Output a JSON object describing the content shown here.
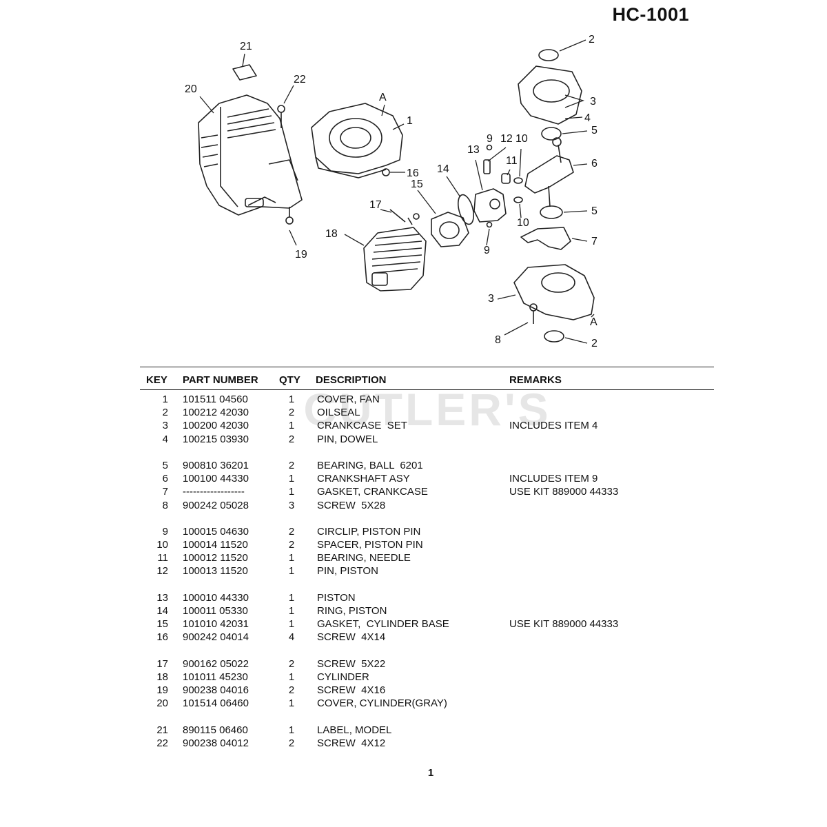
{
  "page": {
    "model_code": "HC-1001",
    "watermark": "CUTLER'S",
    "page_number": "1"
  },
  "diagram_callouts": [
    "1",
    "2",
    "3",
    "4",
    "5",
    "6",
    "7",
    "8",
    "9",
    "10",
    "11",
    "12",
    "13",
    "14",
    "15",
    "16",
    "17",
    "18",
    "19",
    "20",
    "21",
    "22",
    "A"
  ],
  "table": {
    "headers": {
      "key": "KEY",
      "part_number": "PART NUMBER",
      "qty": "QTY",
      "description": "DESCRIPTION",
      "remarks": "REMARKS"
    },
    "rows": [
      {
        "key": "1",
        "part": "101511 04560",
        "qty": "1",
        "desc": "COVER, FAN",
        "remarks": ""
      },
      {
        "key": "2",
        "part": "100212 42030",
        "qty": "2",
        "desc": "OILSEAL",
        "remarks": ""
      },
      {
        "key": "3",
        "part": "100200 42030",
        "qty": "1",
        "desc": "CRANKCASE  SET",
        "remarks": "INCLUDES ITEM 4"
      },
      {
        "key": "4",
        "part": "100215 03930",
        "qty": "2",
        "desc": "PIN, DOWEL",
        "remarks": ""
      },
      {
        "key": "5",
        "part": "900810 36201",
        "qty": "2",
        "desc": "BEARING, BALL  6201",
        "remarks": ""
      },
      {
        "key": "6",
        "part": "100100 44330",
        "qty": "1",
        "desc": "CRANKSHAFT ASY",
        "remarks": "INCLUDES ITEM 9"
      },
      {
        "key": "7",
        "part": "------------------",
        "qty": "1",
        "desc": "GASKET, CRANKCASE",
        "remarks": "USE KIT 889000 44333"
      },
      {
        "key": "8",
        "part": "900242 05028",
        "qty": "3",
        "desc": "SCREW  5X28",
        "remarks": ""
      },
      {
        "key": "9",
        "part": "100015 04630",
        "qty": "2",
        "desc": "CIRCLIP, PISTON PIN",
        "remarks": ""
      },
      {
        "key": "10",
        "part": "100014 11520",
        "qty": "2",
        "desc": "SPACER, PISTON PIN",
        "remarks": ""
      },
      {
        "key": "11",
        "part": "100012 11520",
        "qty": "1",
        "desc": "BEARING, NEEDLE",
        "remarks": ""
      },
      {
        "key": "12",
        "part": "100013 11520",
        "qty": "1",
        "desc": "PIN, PISTON",
        "remarks": ""
      },
      {
        "key": "13",
        "part": "100010 44330",
        "qty": "1",
        "desc": "PISTON",
        "remarks": ""
      },
      {
        "key": "14",
        "part": "100011 05330",
        "qty": "1",
        "desc": "RING, PISTON",
        "remarks": ""
      },
      {
        "key": "15",
        "part": "101010 42031",
        "qty": "1",
        "desc": "GASKET,  CYLINDER BASE",
        "remarks": "USE KIT 889000 44333"
      },
      {
        "key": "16",
        "part": "900242 04014",
        "qty": "4",
        "desc": "SCREW  4X14",
        "remarks": ""
      },
      {
        "key": "17",
        "part": "900162 05022",
        "qty": "2",
        "desc": "SCREW  5X22",
        "remarks": ""
      },
      {
        "key": "18",
        "part": "101011 45230",
        "qty": "1",
        "desc": "CYLINDER",
        "remarks": ""
      },
      {
        "key": "19",
        "part": "900238 04016",
        "qty": "2",
        "desc": "SCREW  4X16",
        "remarks": ""
      },
      {
        "key": "20",
        "part": "101514 06460",
        "qty": "1",
        "desc": "COVER, CYLINDER(GRAY)",
        "remarks": ""
      },
      {
        "key": "21",
        "part": "890115 06460",
        "qty": "1",
        "desc": "LABEL, MODEL",
        "remarks": ""
      },
      {
        "key": "22",
        "part": "900238 04012",
        "qty": "2",
        "desc": "SCREW  4X12",
        "remarks": ""
      }
    ]
  }
}
